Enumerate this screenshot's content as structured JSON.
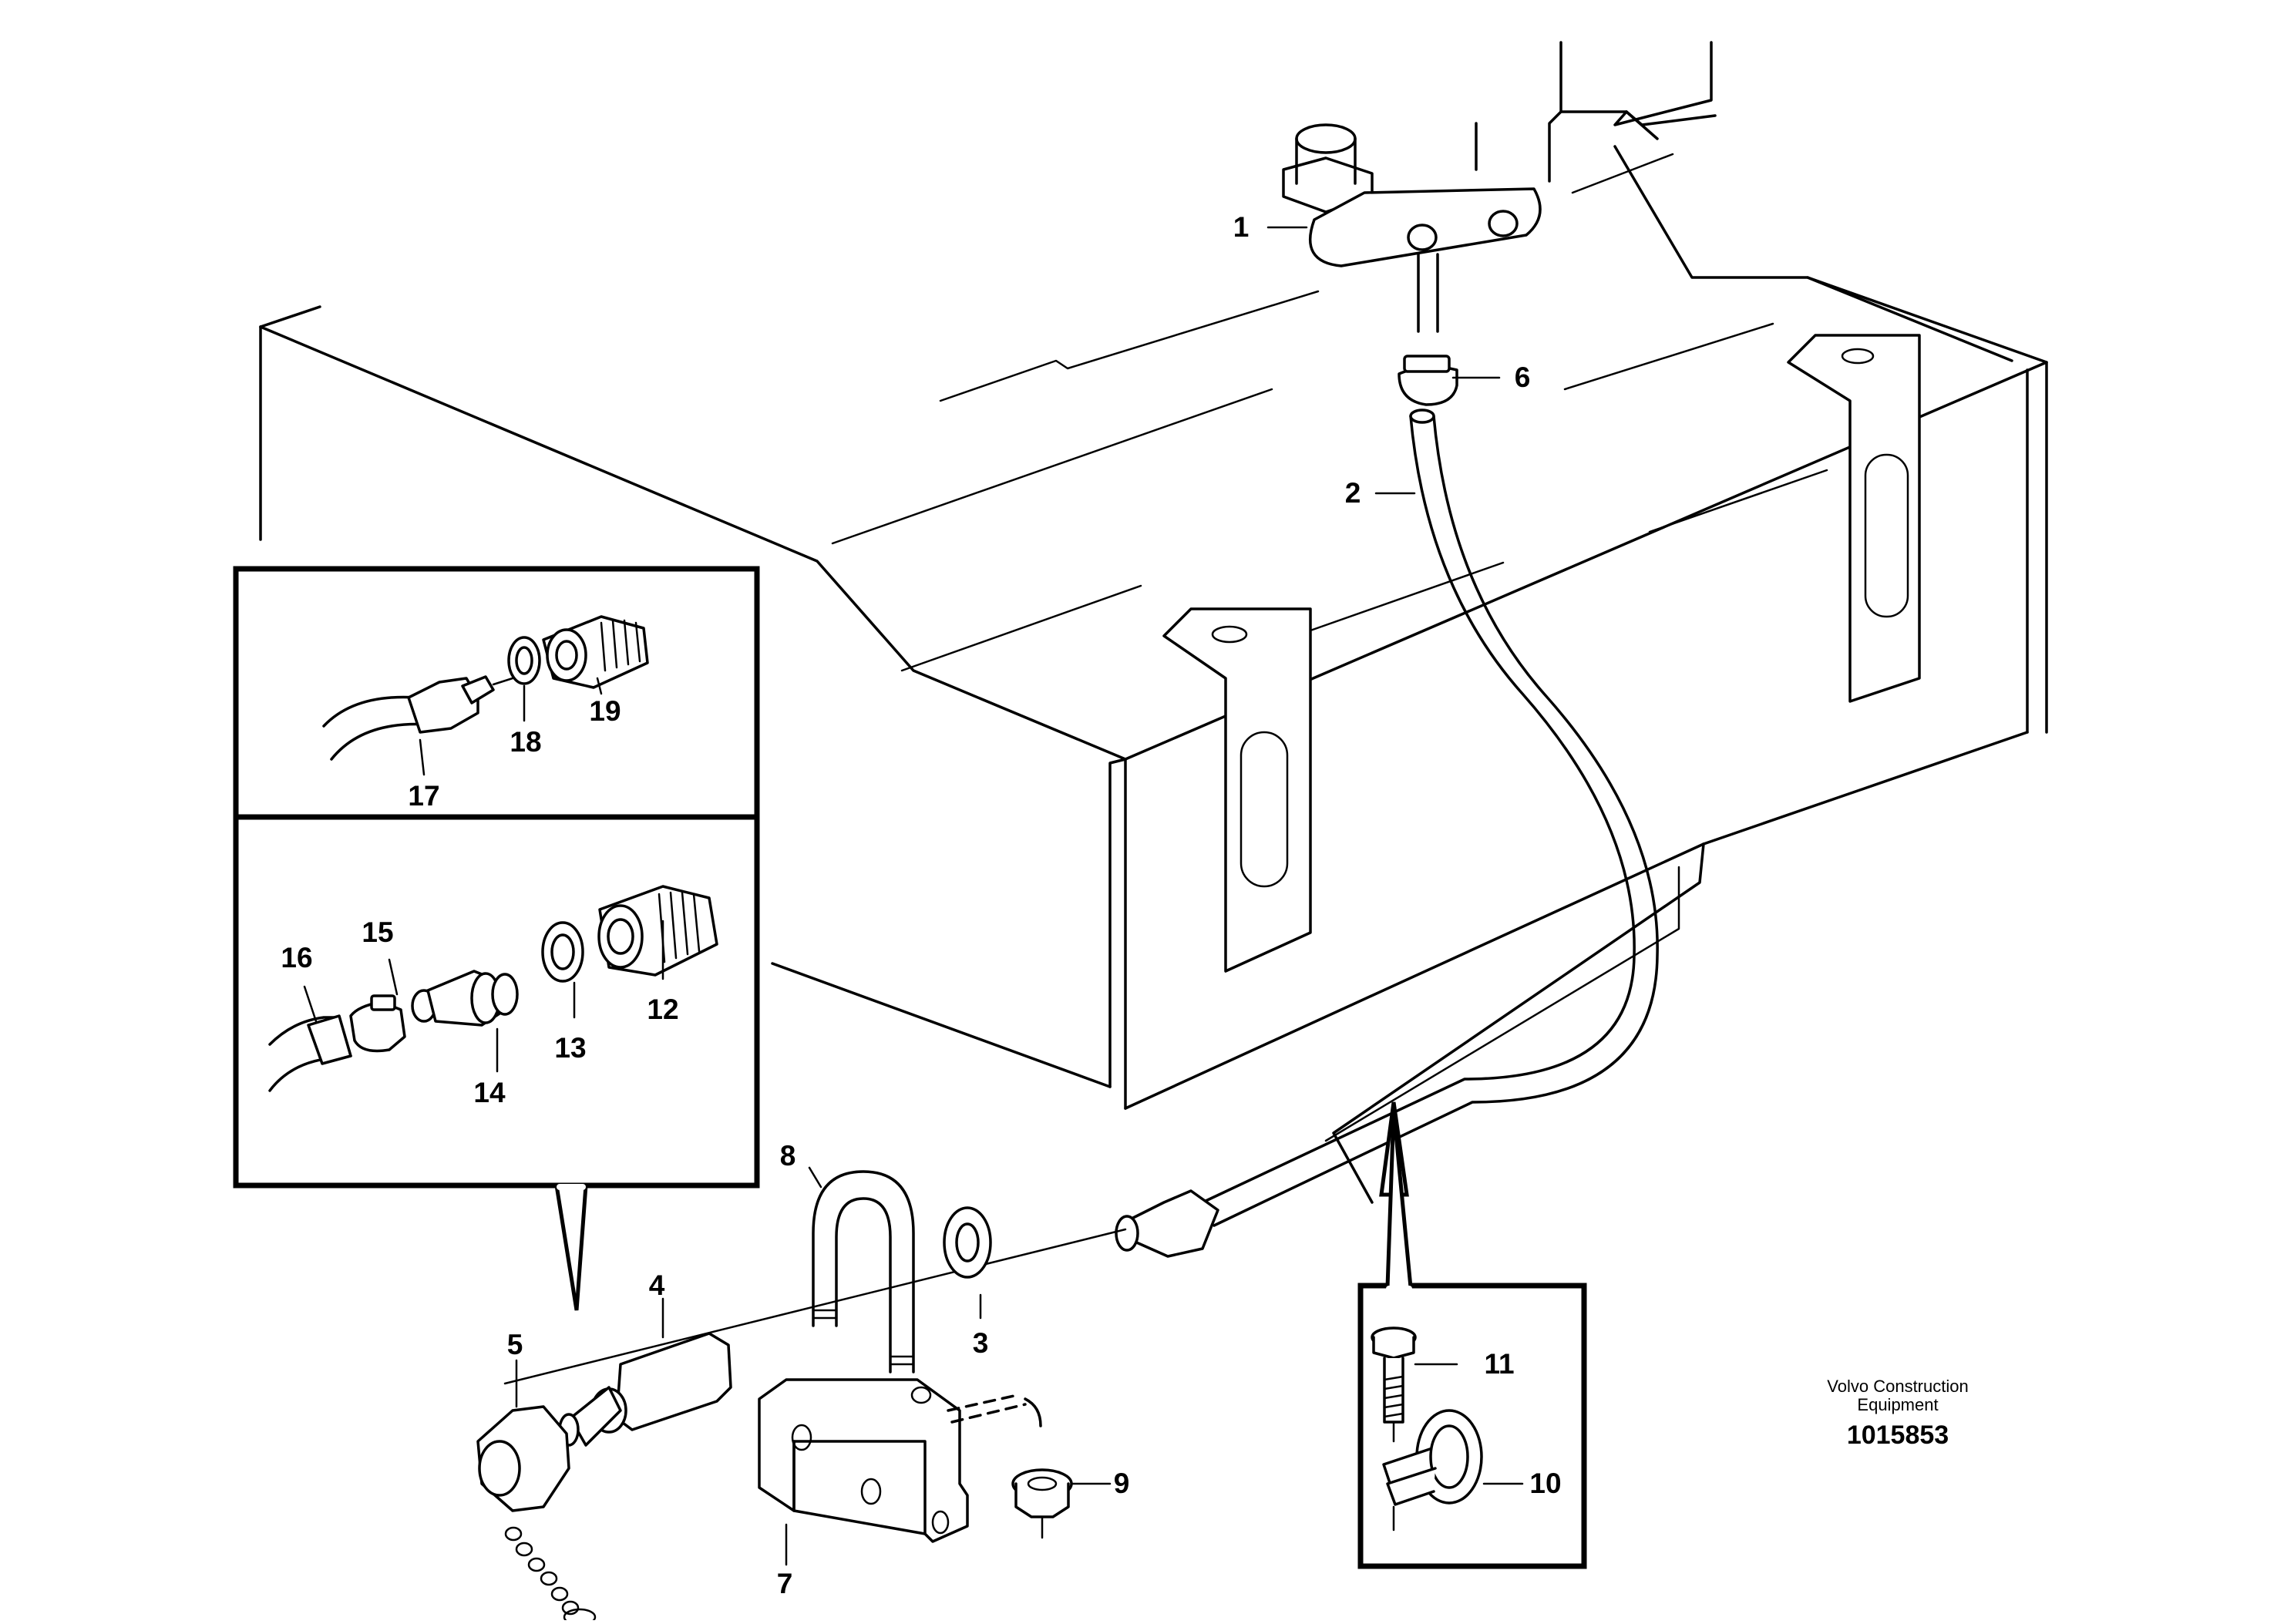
{
  "diagram": {
    "callouts": [
      "1",
      "2",
      "3",
      "4",
      "5",
      "6",
      "7",
      "8",
      "9",
      "10",
      "11",
      "12",
      "13",
      "14",
      "15",
      "16",
      "17",
      "18",
      "19"
    ],
    "credit_line_1": "Volvo Construction",
    "credit_line_2": "Equipment",
    "document_number": "1015853"
  }
}
